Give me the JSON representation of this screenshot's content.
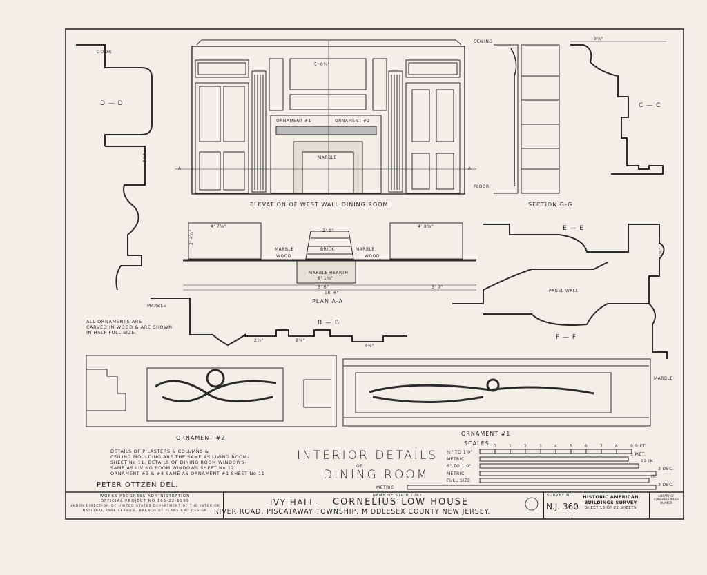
{
  "sheet": {
    "labels": {
      "door": "DOOR",
      "section_dd": "D — D",
      "section_cc": "C — C",
      "section_ee": "E — E",
      "section_bb": "B — B",
      "section_ff": "F — F",
      "ceiling": "CEILING",
      "floor": "FLOOR",
      "elevation_title": "ELEVATION OF WEST WALL DINING ROOM",
      "section_gg": "SECTION G-G",
      "plan_aa": "PLAN A-A",
      "ornament_1_callout": "ORNAMENT #1",
      "ornament_2_callout": "ORNAMENT #2",
      "marble_elev": "MARBLE",
      "marble_left": "MARBLE",
      "wood_left": "WOOD",
      "marble_right": "MARBLE",
      "wood_right": "WOOD",
      "brick": "BRICK",
      "marble_hearth": "MARBLE HEARTH",
      "marble_bb": "MARBLE",
      "panel_wall": "PANEL WALL",
      "marble_right_edge": "MARBLE",
      "ornament_2_title": "ORNAMENT #2",
      "ornament_1_title": "ORNAMENT #1",
      "a_left": "A",
      "a_right": "A"
    },
    "dimensions": {
      "elev_top": "5' 0¾\"",
      "plan_left_width": "4' 7⅜\"",
      "plan_right_width": "4' 8⅜\"",
      "plan_depth": "2' 4½\"",
      "brick_width": "2'-9\"",
      "hearth_dim": "6' 1¾\"",
      "plan_total": "18' 6\"",
      "plan_center": "3' 6\"",
      "plan_right_seg": "3' 0\"",
      "bb_1": "2⅜\"",
      "bb_2": "2⅝\"",
      "bb_3": "3⅜\"",
      "dd_dim": "3⅞\"",
      "cc_dim": "9⅞\"",
      "ee_dim": "2⅜\""
    },
    "notes": {
      "ornaments": "ALL ORNAMENTS ARE\nCARVED IN WOOD & ARE SHOWN\nIN HALF FULL SIZE.",
      "details": "DETAILS OF PILASTERS & COLUMNS &\nCEILING MOULDING ARE THE SAME AS LIVING ROOM-\nSHEET No 11. DETAILS OF DINING ROOM WINDOWS-\nSAME AS LIVING ROOM WINDOWS SHEET No 12.\nORNAMENT #3 & #4 SAME AS ORNAMENT #1 SHEET No 11"
    },
    "title": {
      "line1": "INTERIOR DETAILS",
      "of": "OF",
      "line2": "DINING ROOM"
    },
    "delineator": "PETER OTTZEN DEL.",
    "scales": {
      "heading": "SCALES",
      "rows": [
        {
          "label": "½\" TO 1'0\"",
          "end": "9 FT."
        },
        {
          "label": "METRIC",
          "end": "3 MET."
        },
        {
          "label": "6\" TO 1'0\"",
          "end": "12 IN."
        },
        {
          "label": "METRIC",
          "end": "3 DEC."
        },
        {
          "label": "FULL SIZE",
          "end": "IN."
        },
        {
          "label": "METRIC",
          "end": "3 DEC."
        }
      ],
      "ft_ticks": [
        "0",
        "1",
        "2",
        "3",
        "4",
        "5",
        "6",
        "7",
        "8",
        "9"
      ]
    },
    "title_block": {
      "wpa_line1": "WORKS PROGRESS ADMINISTRATION",
      "wpa_line2": "OFFICIAL PROJECT NO 165-22-6999",
      "wpa_line3": "UNDER DIRECTION OF UNITED STATES DEPARTMENT OF THE INTERIOR",
      "wpa_line4": "NATIONAL PARK SERVICE, BRANCH OF PLANS AND DESIGN",
      "name_label": "NAME OF STRUCTURE",
      "alt_name": "-IVY HALL-",
      "structure_name": "CORNELIUS LOW HOUSE",
      "location": "RIVER ROAD, PISCATAWAY TOWNSHIP, MIDDLESEX COUNTY NEW JERSEY.",
      "survey_label": "SURVEY NO.",
      "survey_no": "N.J. 360",
      "habs_line1": "HISTORIC AMERICAN",
      "habs_line2": "BUILDINGS SURVEY",
      "sheet_of": "SHEET 15 OF 22 SHEETS",
      "loc_label": "LIBRARY OF CONGRESS INDEX NUMBER"
    }
  }
}
